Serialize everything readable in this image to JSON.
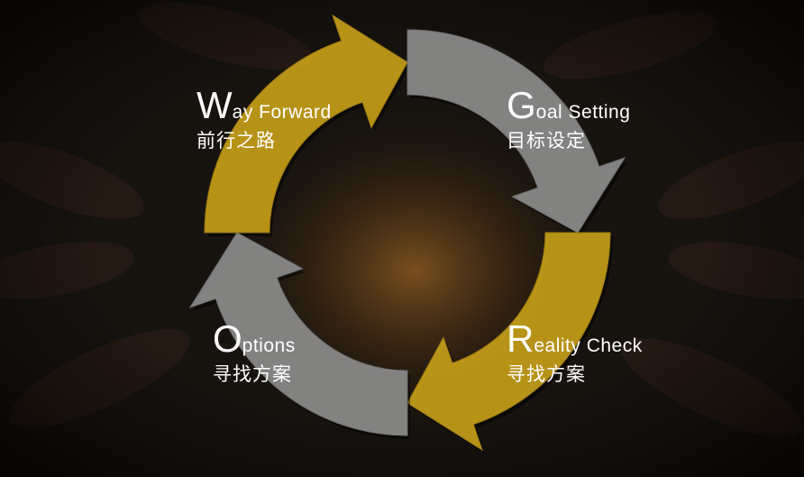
{
  "colors": {
    "gold": "#c9a21a",
    "gold_dark": "#9c7a10",
    "grey": "#8f8f8f",
    "grey_dark": "#6d6d6d",
    "background": "#141210",
    "text": "#ffffff"
  },
  "stages": [
    {
      "id": "way-forward",
      "initial": "W",
      "rest": "ay Forward",
      "cn": "前行之路",
      "color": "gold"
    },
    {
      "id": "goal-setting",
      "initial": "G",
      "rest": "oal Setting",
      "cn": "目标设定",
      "color": "grey"
    },
    {
      "id": "reality-check",
      "initial": "R",
      "rest": "eality Check",
      "cn": "寻找方案",
      "color": "gold"
    },
    {
      "id": "options",
      "initial": "O",
      "rest": "ptions",
      "cn": "寻找方案",
      "color": "grey"
    }
  ]
}
